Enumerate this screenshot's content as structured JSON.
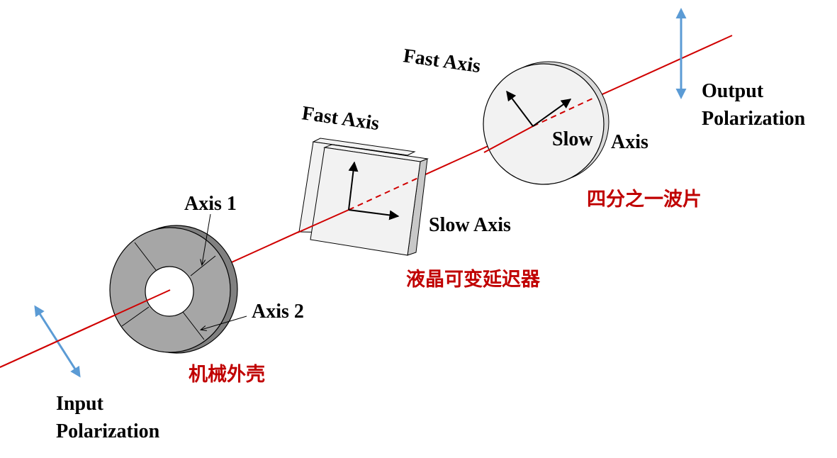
{
  "labels": {
    "input_line1": "Input",
    "input_line2": "Polarization",
    "output_line1": "Output",
    "output_line2": "Polarization",
    "axis1": "Axis 1",
    "axis2": "Axis 2",
    "lc_fast": "Fast Axis",
    "lc_slow": "Slow Axis",
    "qwp_fast": "Fast Axis",
    "qwp_slow": "Slow",
    "qwp_slow2": "Axis",
    "housing_cn": "机械外壳",
    "lc_cn": "液晶可变延迟器",
    "qwp_cn": "四分之一波片"
  },
  "colors": {
    "beam": "#d00000",
    "polarization_arrow": "#5b9bd5",
    "cn_label": "#c00000"
  }
}
